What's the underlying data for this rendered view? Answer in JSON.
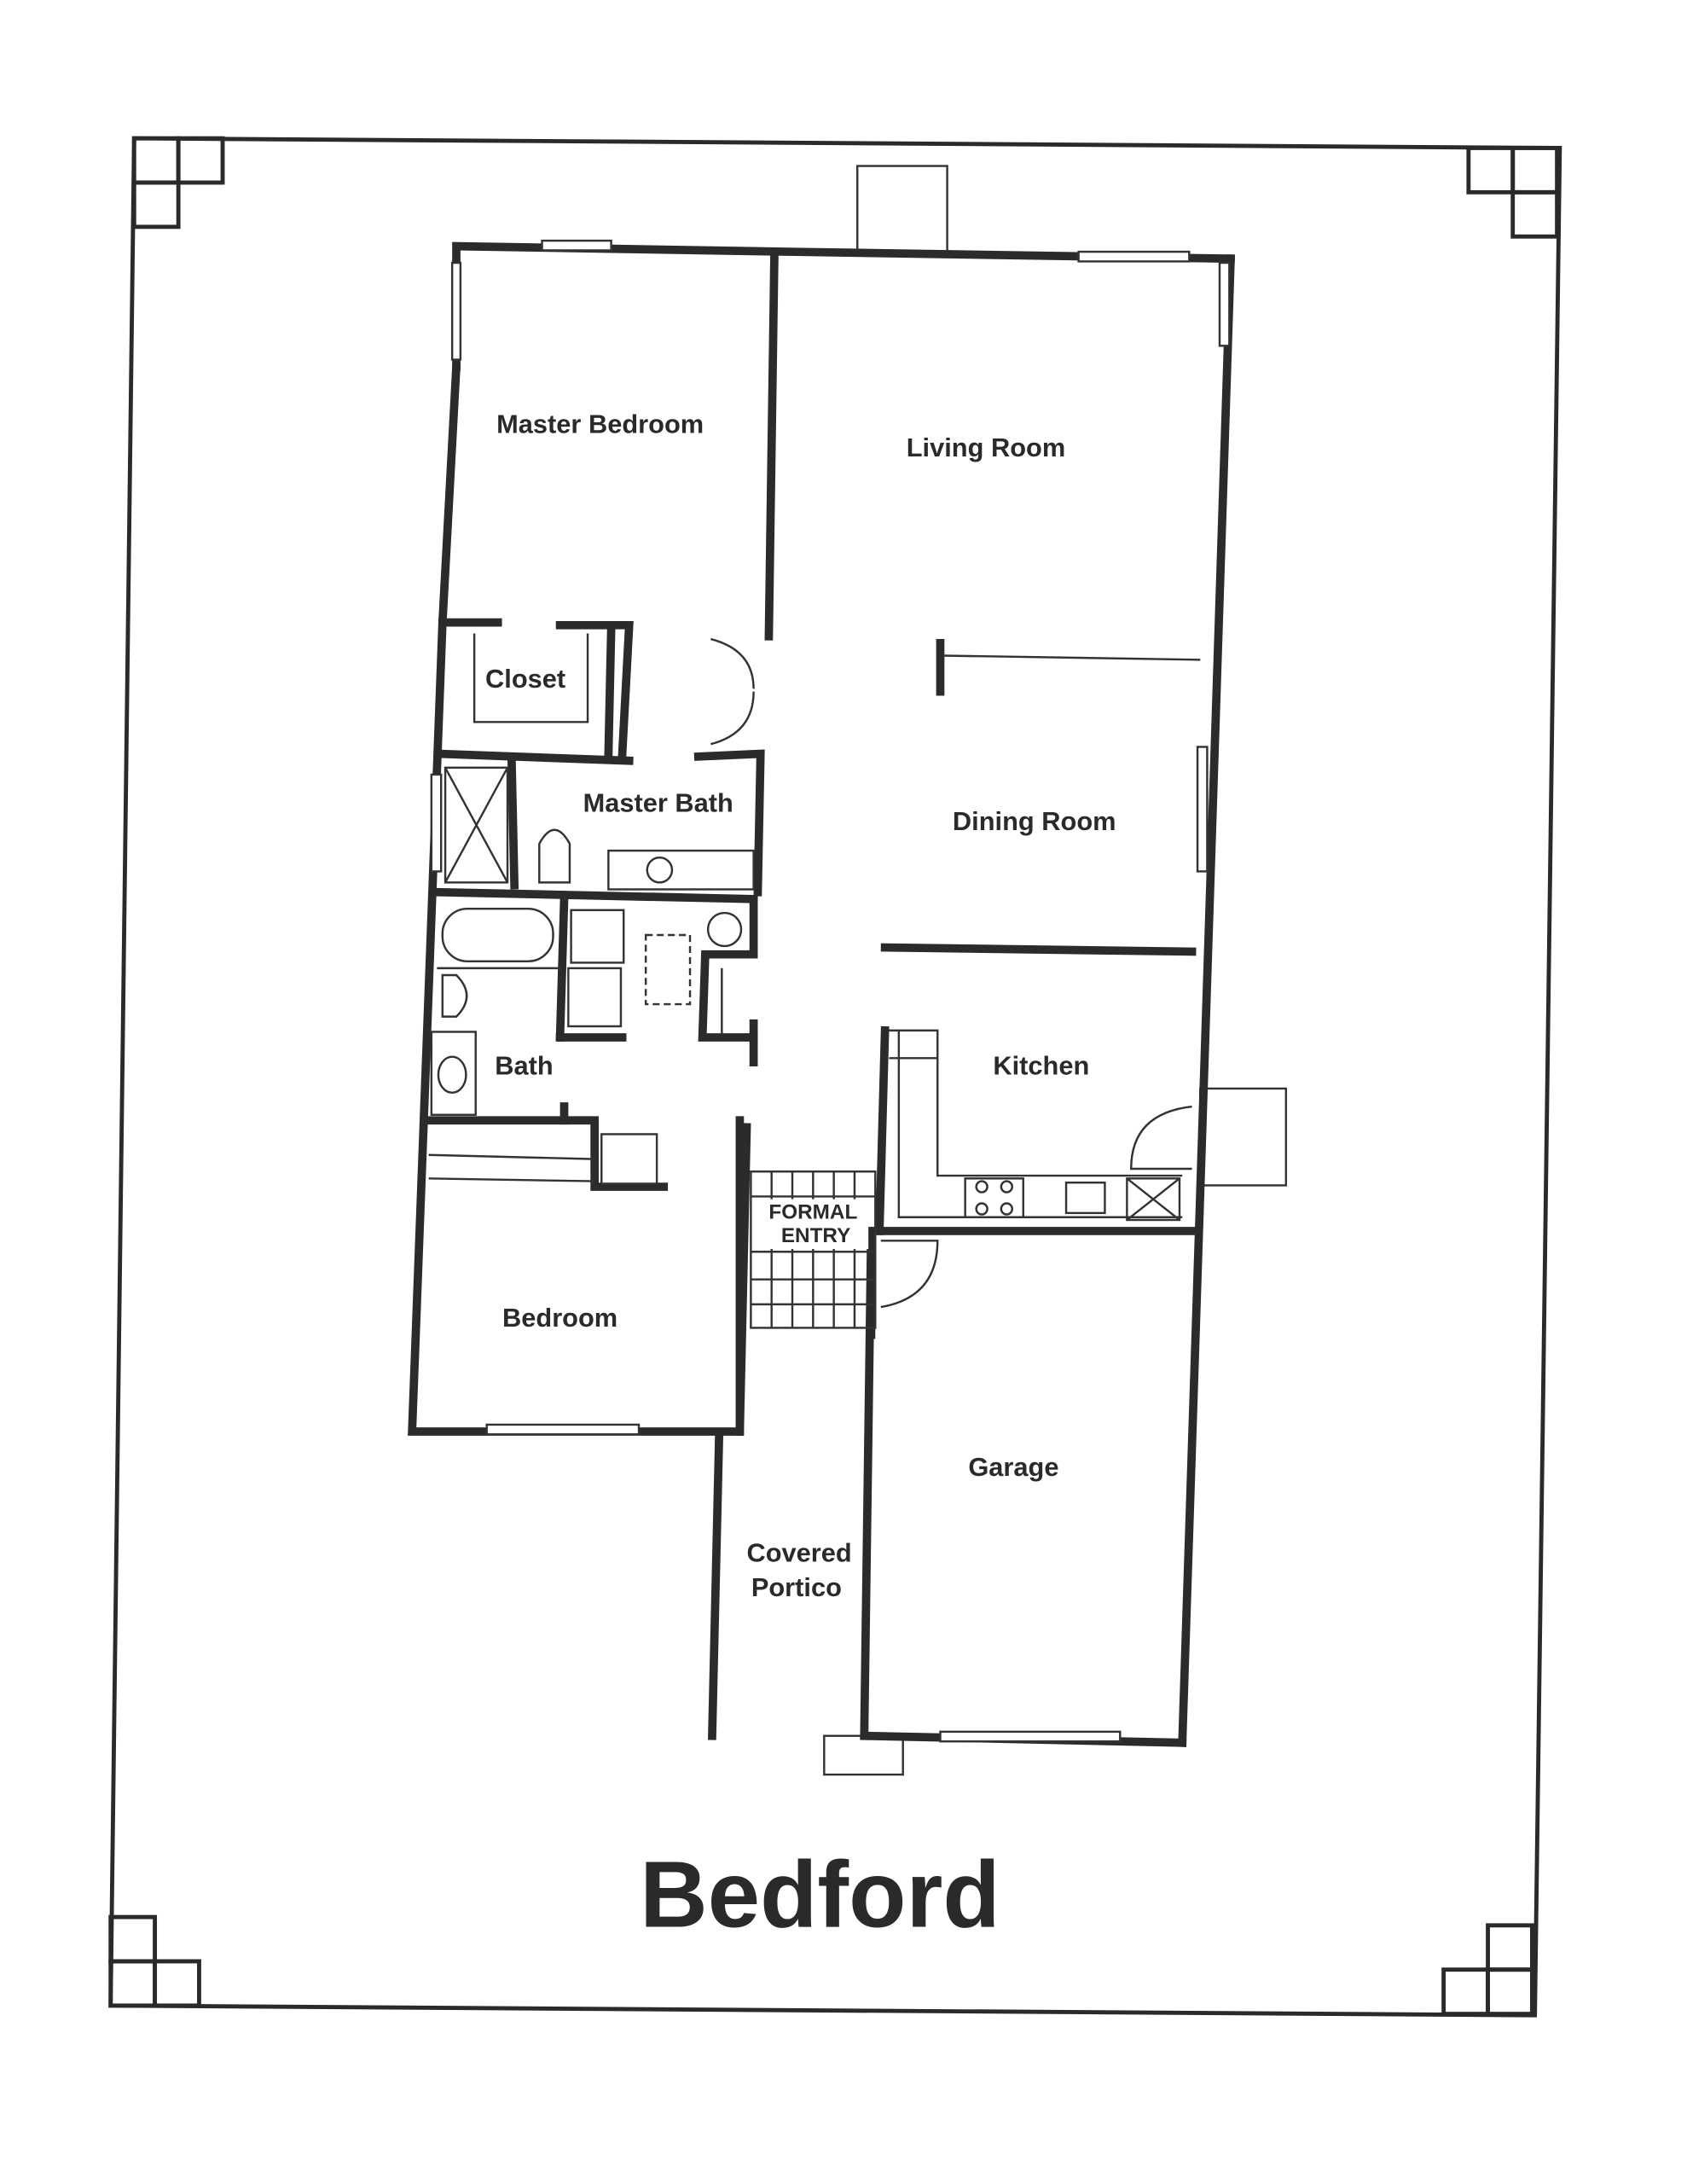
{
  "plan": {
    "title": "Bedford",
    "rooms": {
      "master_bedroom": "Master Bedroom",
      "living_room": "Living Room",
      "closet": "Closet",
      "master_bath": "Master Bath",
      "dining_room": "Dining Room",
      "bath": "Bath",
      "kitchen": "Kitchen",
      "formal_entry_line1": "FORMAL",
      "formal_entry_line2": "ENTRY",
      "bedroom": "Bedroom",
      "garage": "Garage",
      "covered_portico_line1": "Covered",
      "covered_portico_line2": "Portico"
    }
  }
}
